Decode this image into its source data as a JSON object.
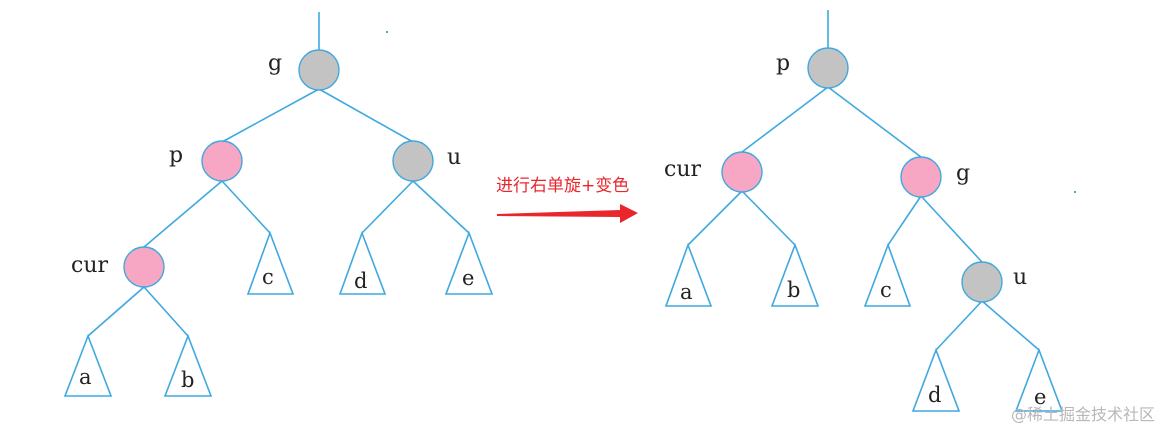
{
  "colors": {
    "edge": "#3fa9df",
    "red_node": "#f7a7c4",
    "black_node": "#c3c3c3",
    "arrow": "#e8262c",
    "watermark": "#b8b8b8"
  },
  "left_tree": {
    "g": "g",
    "p": "p",
    "u": "u",
    "cur": "cur",
    "a": "a",
    "b": "b",
    "c": "c",
    "d": "d",
    "e": "e"
  },
  "transition": {
    "label": "进行右单旋+变色"
  },
  "right_tree": {
    "p": "p",
    "cur": "cur",
    "g": "g",
    "u": "u",
    "a": "a",
    "b": "b",
    "c": "c",
    "d": "d",
    "e": "e"
  },
  "watermark": "@稀土掘金技术社区"
}
